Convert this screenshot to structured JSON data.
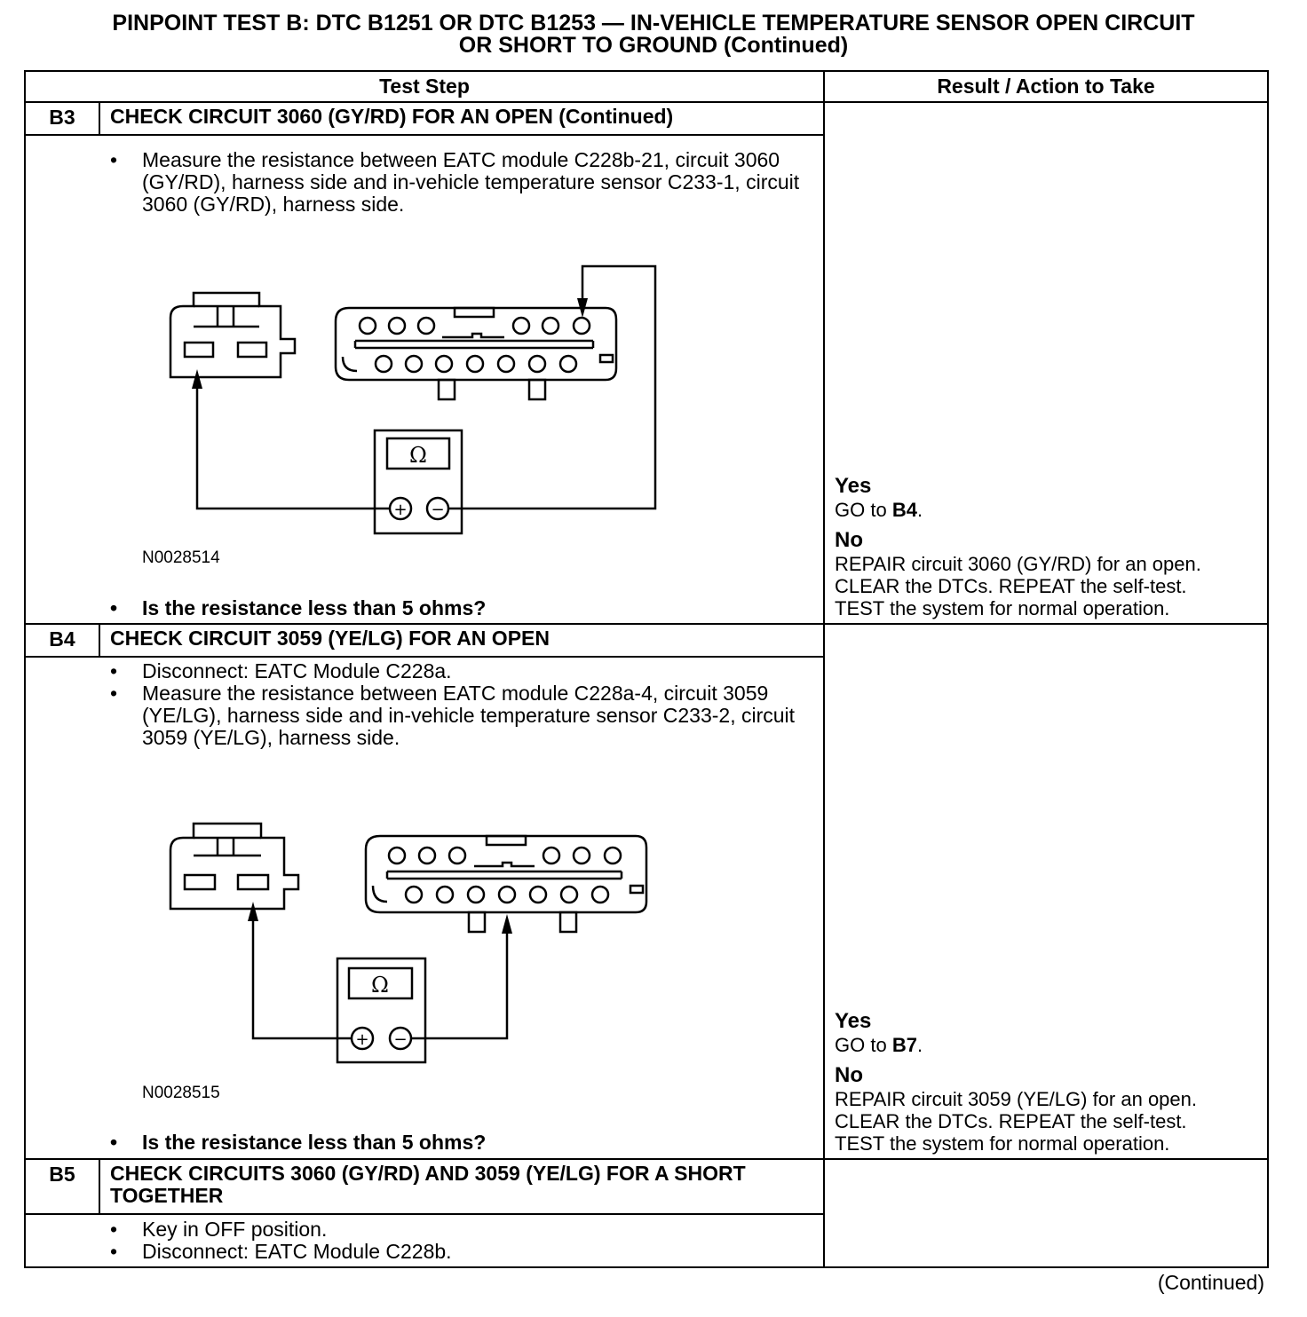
{
  "title": {
    "line1": "PINPOINT TEST B: DTC B1251 OR DTC B1253 — IN-VEHICLE TEMPERATURE SENSOR OPEN CIRCUIT",
    "line2": "OR SHORT TO GROUND (Continued)"
  },
  "headers": {
    "test_step": "Test Step",
    "result": "Result / Action to Take"
  },
  "steps": [
    {
      "id": "B3",
      "title": "CHECK CIRCUIT 3060 (GY/RD) FOR AN OPEN (Continued)",
      "bullets": [
        "Measure the resistance between EATC module C228b-21, circuit 3060 (GY/RD), harness side and in-vehicle temperature sensor C233-1, circuit 3060 (GY/RD), harness side."
      ],
      "figure_id": "N0028514",
      "question": "Is the resistance less than 5 ohms?",
      "yes_label": "Yes",
      "yes_action": "GO to",
      "yes_target": "B4",
      "no_label": "No",
      "no_lines": [
        "REPAIR circuit 3060 (GY/RD) for an open.",
        "CLEAR the DTCs. REPEAT the self-test.",
        "TEST the system for normal operation."
      ]
    },
    {
      "id": "B4",
      "title": "CHECK CIRCUIT 3059 (YE/LG) FOR AN OPEN",
      "bullets": [
        "Disconnect: EATC Module C228a.",
        "Measure the resistance between EATC module C228a-4, circuit 3059 (YE/LG), harness side and in-vehicle temperature sensor C233-2, circuit 3059 (YE/LG), harness side."
      ],
      "figure_id": "N0028515",
      "question": "Is the resistance less than 5 ohms?",
      "yes_label": "Yes",
      "yes_action": "GO to",
      "yes_target": "B7",
      "no_label": "No",
      "no_lines": [
        "REPAIR circuit 3059 (YE/LG) for an open.",
        "CLEAR the DTCs. REPEAT the self-test.",
        "TEST the system for normal operation."
      ]
    },
    {
      "id": "B5",
      "title": "CHECK CIRCUITS 3060 (GY/RD) AND 3059 (YE/LG) FOR A SHORT TOGETHER",
      "bullets": [
        "Key in OFF position.",
        "Disconnect: EATC Module C228b."
      ]
    }
  ],
  "meter_symbol": "Ω",
  "plus_symbol": "+",
  "minus_symbol": "−",
  "footer": "(Continued)"
}
